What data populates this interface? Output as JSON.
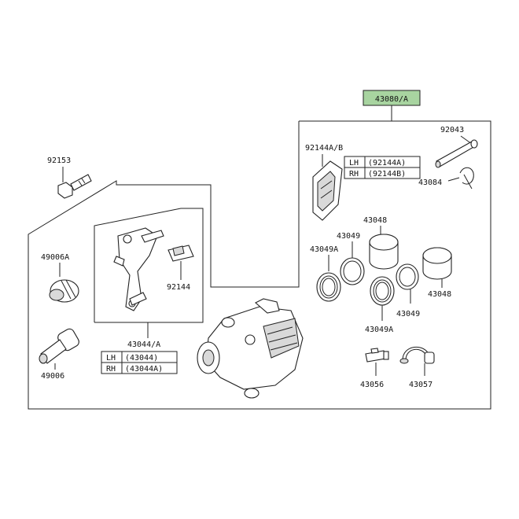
{
  "assembly_label": "43080/A",
  "colors": {
    "assembly_highlight": "#a8d4a0",
    "line": "#222222"
  },
  "parts": {
    "bolt": "92153",
    "boot_a": "49006A",
    "pin": "49006",
    "bracket": "43044/A",
    "bracket_lh_label": "LH",
    "bracket_lh_no": "(43044)",
    "bracket_rh_label": "RH",
    "bracket_rh_no": "(43044A)",
    "spring_small": "92144",
    "pad_spring": "92144A/B",
    "pad_spring_lh_label": "LH",
    "pad_spring_lh_no": "(92144A)",
    "pad_spring_rh_label": "RH",
    "pad_spring_rh_no": "(92144B)",
    "pad_pin": "92043",
    "clip": "43084",
    "piston_top": "43048",
    "seal_a_top": "43049",
    "seal_b_left": "43049A",
    "piston_right": "43048",
    "seal_a_bottom": "43049",
    "seal_b_bottom": "43049A",
    "bleeder": "43056",
    "cap": "43057"
  }
}
